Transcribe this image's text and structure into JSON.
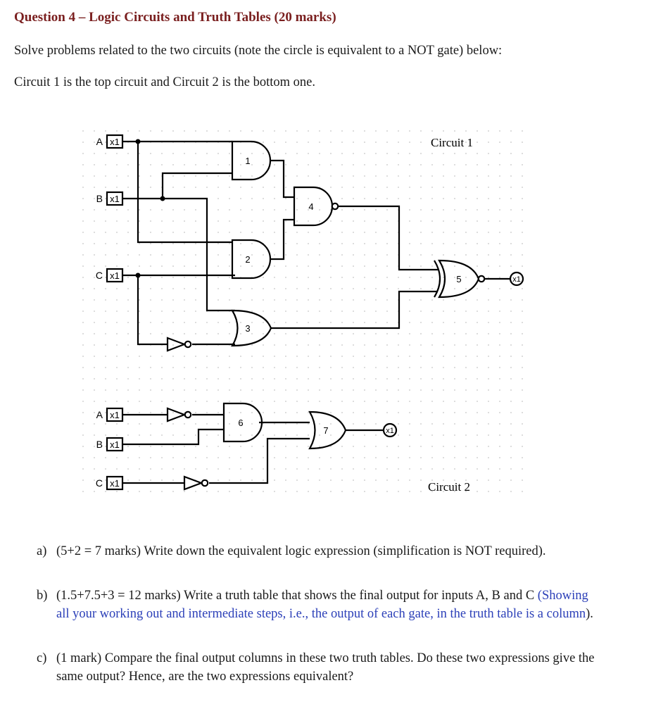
{
  "heading": "Question 4 – Logic Circuits and Truth Tables (20 marks)",
  "intro": "Solve problems related to the two circuits (note the circle is equivalent to a NOT gate) below:",
  "intro2": "Circuit 1 is the top circuit and Circuit 2 is the bottom one.",
  "diagram": {
    "circuit1_label": "Circuit 1",
    "circuit2_label": "Circuit 2",
    "input_tag": "x1",
    "output_tag": "x1",
    "inputs1": [
      "A",
      "B",
      "C"
    ],
    "inputs2": [
      "A",
      "B",
      "C"
    ],
    "gates": [
      "1",
      "2",
      "3",
      "4",
      "5",
      "6",
      "7"
    ]
  },
  "questions": {
    "a": {
      "label": "a)",
      "text": "(5+2 = 7 marks) Write down the equivalent logic expression (simplification is NOT required)."
    },
    "b": {
      "label": "b)",
      "text_pre": "(1.5+7.5+3 = 12 marks) Write a truth table that shows the final output for inputs A, B and C ",
      "text_blue": "(Showing all your working out and intermediate steps, i.e., the output of each gate, in the truth table is a column",
      "text_post": ")."
    },
    "c": {
      "label": "c)",
      "text": "(1 mark) Compare the final output columns in these two truth tables. Do these two expressions give the same output? Hence, are the two expressions equivalent?"
    }
  }
}
